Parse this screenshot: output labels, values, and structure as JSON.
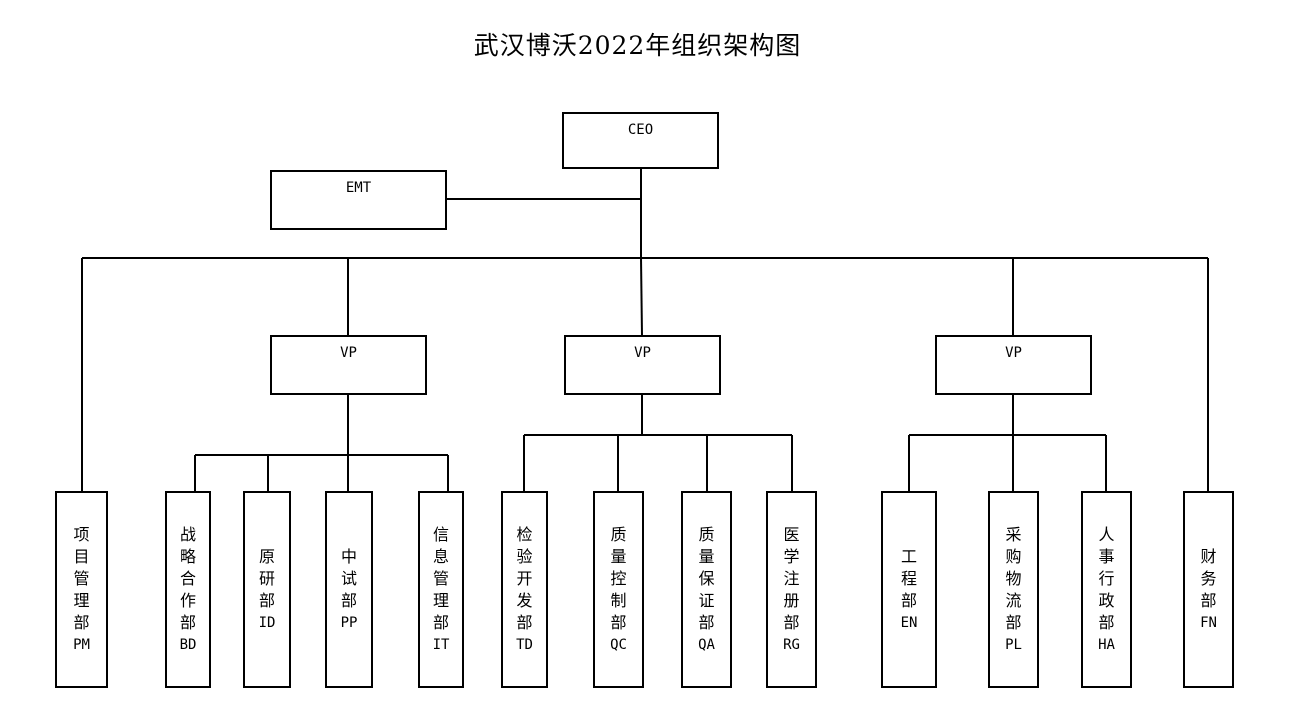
{
  "title": "武汉博沃2022年组织架构图",
  "nodes": {
    "ceo": "CEO",
    "emt": "EMT",
    "vp1": "VP",
    "vp2": "VP",
    "vp3": "VP"
  },
  "departments": [
    {
      "id": "pm",
      "chars": [
        "项",
        "目",
        "管",
        "理",
        "部"
      ],
      "code": "PM"
    },
    {
      "id": "bd",
      "chars": [
        "战",
        "略",
        "合",
        "作",
        "部"
      ],
      "code": "BD"
    },
    {
      "id": "id",
      "chars": [
        "原",
        "研",
        "部"
      ],
      "code": "ID"
    },
    {
      "id": "pp",
      "chars": [
        "中",
        "试",
        "部"
      ],
      "code": "PP"
    },
    {
      "id": "it",
      "chars": [
        "信",
        "息",
        "管",
        "理",
        "部"
      ],
      "code": "IT"
    },
    {
      "id": "td",
      "chars": [
        "检",
        "验",
        "开",
        "发",
        "部"
      ],
      "code": "TD"
    },
    {
      "id": "qc",
      "chars": [
        "质",
        "量",
        "控",
        "制",
        "部"
      ],
      "code": "QC"
    },
    {
      "id": "qa",
      "chars": [
        "质",
        "量",
        "保",
        "证",
        "部"
      ],
      "code": "QA"
    },
    {
      "id": "rg",
      "chars": [
        "医",
        "学",
        "注",
        "册",
        "部"
      ],
      "code": "RG"
    },
    {
      "id": "en",
      "chars": [
        "工",
        "程",
        "部"
      ],
      "code": "EN"
    },
    {
      "id": "pl",
      "chars": [
        "采",
        "购",
        "物",
        "流",
        "部"
      ],
      "code": "PL"
    },
    {
      "id": "ha",
      "chars": [
        "人",
        "事",
        "行",
        "政",
        "部"
      ],
      "code": "HA"
    },
    {
      "id": "fn",
      "chars": [
        "财",
        "务",
        "部"
      ],
      "code": "FN"
    }
  ]
}
